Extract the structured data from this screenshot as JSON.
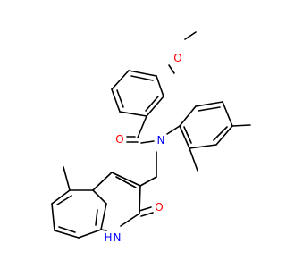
{
  "structure": {
    "atoms": [
      {
        "id": "O_methoxy",
        "text": "O",
        "color": "#ff0000"
      },
      {
        "id": "O_carbonyl",
        "text": "O",
        "color": "#ff0000"
      },
      {
        "id": "N_amide",
        "text": "N",
        "color": "#0000ff"
      },
      {
        "id": "O_lactam",
        "text": "O",
        "color": "#ff0000"
      },
      {
        "id": "H_lactam",
        "text": "H",
        "color": "#0000ff"
      },
      {
        "id": "N_lactam",
        "text": "N",
        "color": "#0000ff"
      }
    ],
    "colors": {
      "bond": "#000000",
      "oxygen": "#ff0000",
      "nitrogen": "#0000ff",
      "background": "#ffffff"
    }
  }
}
